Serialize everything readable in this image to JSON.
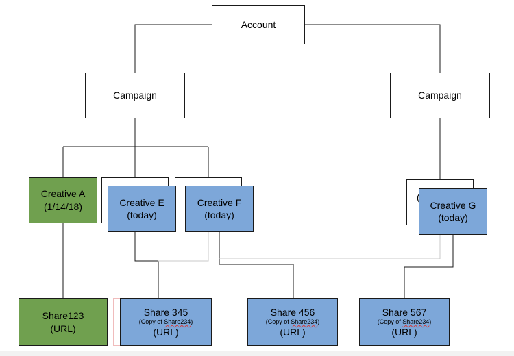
{
  "nodes": {
    "account": {
      "label": "Account"
    },
    "campaign_left": {
      "label": "Campaign"
    },
    "campaign_right": {
      "label": "Campaign"
    },
    "creative_a": {
      "label": "Creative A",
      "sublabel": "(1/14/18)"
    },
    "creative_e": {
      "label": "Creative E",
      "sublabel": "(today)"
    },
    "creative_f": {
      "label": "Creative F",
      "sublabel": "(today)"
    },
    "creative_g": {
      "label": "Creative G",
      "sublabel": "(today)"
    },
    "share_123": {
      "label": "Share123",
      "url": "(URL)"
    },
    "share_345": {
      "label": "Share 345",
      "copy_prefix": "(Copy of ",
      "copy_name": "Share234",
      "copy_suffix": ")",
      "url": "(URL)"
    },
    "share_456": {
      "label": "Share 456",
      "copy_prefix": "(Copy of ",
      "copy_name": "Share234",
      "copy_suffix": ")",
      "url": "(URL)"
    },
    "share_567": {
      "label": "Share 567",
      "copy_prefix": "(Copy of ",
      "copy_name": "Share234",
      "copy_suffix": ")",
      "url": "(URL)"
    }
  },
  "colors": {
    "green_fill": "#70a04f",
    "blue_fill": "#7da7d9",
    "white_fill": "#ffffff",
    "line": "#1a1a1a",
    "faint_line": "#c8c8c8",
    "spellcheck_underline": "#d23c3c"
  }
}
